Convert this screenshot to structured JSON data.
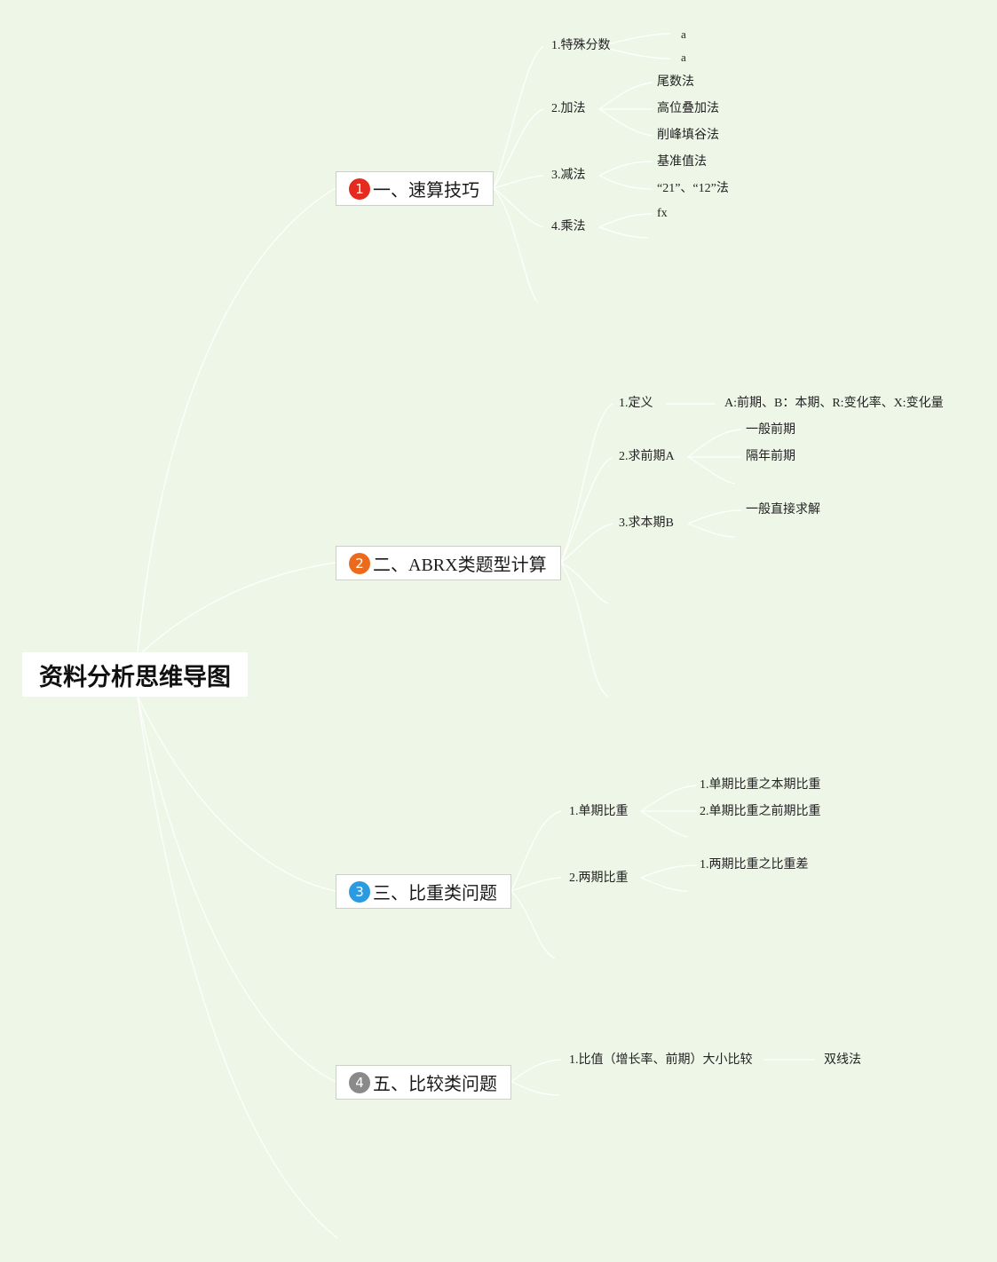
{
  "root": "资料分析思维导图",
  "branches": [
    {
      "num": "1",
      "color": "#e52b1e",
      "label": "一、速算技巧",
      "children": [
        {
          "label": "1.特殊分数",
          "children": [
            "a",
            "a"
          ]
        },
        {
          "label": "2.加法",
          "children": [
            "尾数法",
            "高位叠加法",
            "削峰填谷法"
          ]
        },
        {
          "label": "3.减法",
          "children": [
            "基准值法",
            "“21”、“12”法"
          ]
        },
        {
          "label": "4.乘法",
          "children": [
            "fx"
          ]
        }
      ]
    },
    {
      "num": "2",
      "color": "#ec6a1c",
      "label": "二、ABRX类题型计算",
      "children": [
        {
          "label": "1.定义",
          "children": [
            "A:前期、B：本期、R:变化率、X:变化量"
          ]
        },
        {
          "label": "2.求前期A",
          "children": [
            "一般前期",
            "隔年前期"
          ]
        },
        {
          "label": "3.求本期B",
          "children": [
            "一般直接求解"
          ]
        }
      ]
    },
    {
      "num": "3",
      "color": "#2a9be0",
      "label": "三、比重类问题",
      "children": [
        {
          "label": "1.单期比重",
          "children": [
            "1.单期比重之本期比重",
            "2.单期比重之前期比重"
          ]
        },
        {
          "label": "2.两期比重",
          "children": [
            "1.两期比重之比重差"
          ]
        }
      ]
    },
    {
      "num": "4",
      "color": "#8a8a8a",
      "label": "五、比较类问题",
      "children": [
        {
          "label": "1.比值（增长率、前期）大小比较",
          "children": [
            "双线法"
          ]
        }
      ]
    }
  ]
}
